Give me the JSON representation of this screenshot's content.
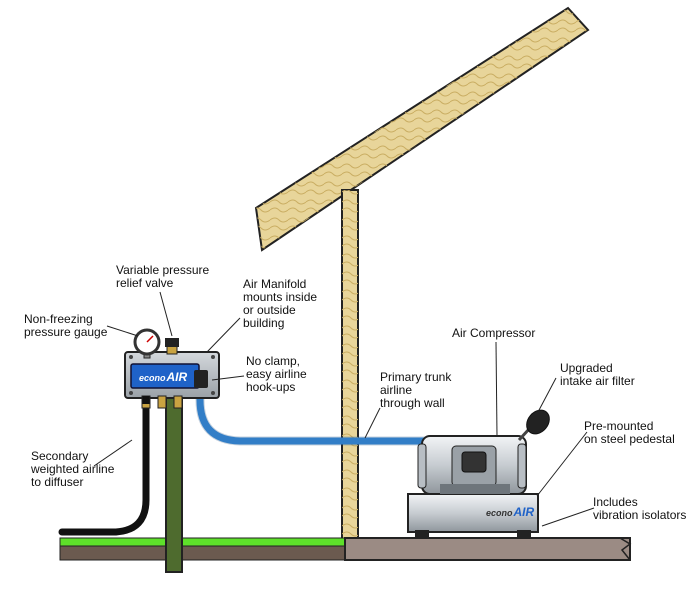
{
  "labels": {
    "relief_valve": "Variable pressure\nrelief valve",
    "manifold": "Air Manifold\nmounts inside\nor outside\nbuilding",
    "gauge": "Non-freezing\npressure gauge",
    "no_clamp": "No clamp,\neasy airline\nhook-ups",
    "compressor": "Air Compressor",
    "trunk": "Primary trunk\nairline\nthrough wall",
    "intake": "Upgraded\nintake air filter",
    "pedestal": "Pre-mounted\non steel pedestal",
    "secondary": "Secondary\nweighted airline\nto diffuser",
    "isolators": "Includes\nvibration isolators"
  },
  "brand": {
    "prefix": "econo",
    "suffix": "AIR"
  },
  "colors": {
    "airline_blue": "#3a8fe0",
    "grass_green": "#5ee02a",
    "wood": "#e8d59a",
    "wood_grain": "#c9ad62",
    "ground": "#9b8b84",
    "ground_dark": "#6b5a4f",
    "post_green": "#4e6b2e",
    "metal_light": "#d9dde1",
    "metal_mid": "#a9afb5",
    "brand_blue": "#1f62c8"
  }
}
